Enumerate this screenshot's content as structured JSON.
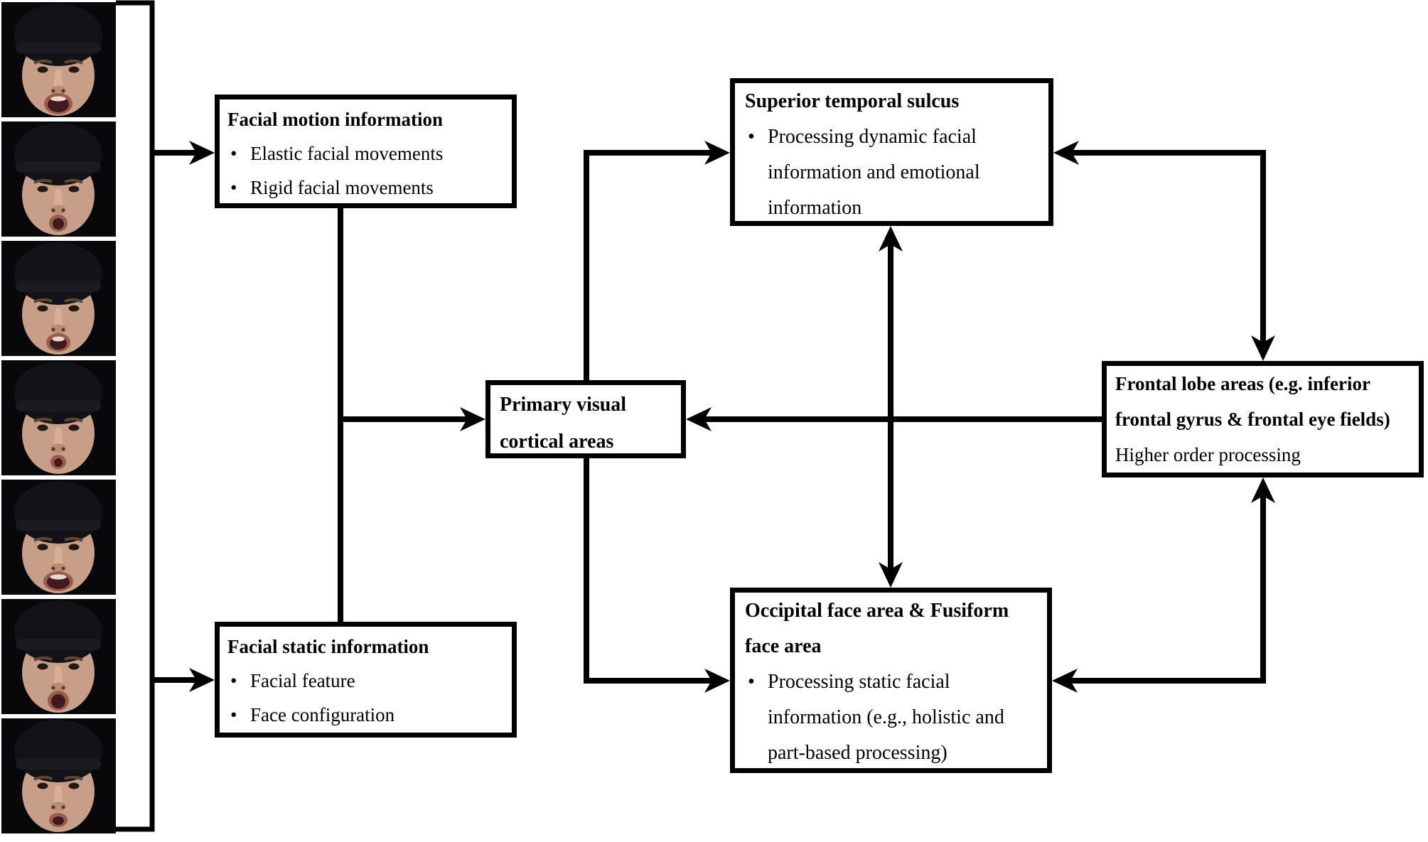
{
  "figure": {
    "background_color": "#ffffff",
    "line_color": "#000000",
    "bullet": "•"
  },
  "face_strip": {
    "description": "Seven stacked video frames of a man in a dark beanie producing different speech/facial movements on a black background",
    "frames": [
      {
        "label": "speaking frame 1",
        "mouth": "wide-open"
      },
      {
        "label": "speaking frame 2",
        "mouth": "round-o"
      },
      {
        "label": "speaking frame 3",
        "mouth": "open-mid"
      },
      {
        "label": "speaking frame 4",
        "mouth": "pursed-o"
      },
      {
        "label": "speaking frame 5",
        "mouth": "wide-open-2"
      },
      {
        "label": "speaking frame 6",
        "mouth": "open-oval"
      },
      {
        "label": "speaking frame 7",
        "mouth": "small-open"
      }
    ],
    "colors": {
      "background": "#08080a",
      "skin": "#c79e87",
      "beanie": "#131317",
      "mouth_inner": "#401a1c",
      "lips": "#9a5a4e",
      "teeth": "#e6d9cb"
    }
  },
  "boxes": {
    "motion": {
      "title": "Facial motion information",
      "items": [
        {
          "bullet": "•",
          "text": "Elastic facial movements"
        },
        {
          "bullet": "•",
          "text": "Rigid facial movements"
        }
      ]
    },
    "static": {
      "title": "Facial static information",
      "items": [
        {
          "bullet": "•",
          "text": "Facial feature"
        },
        {
          "bullet": "•",
          "text": "Face configuration"
        }
      ]
    },
    "pvc": {
      "title": "Primary visual cortical areas"
    },
    "sts": {
      "title": "Superior temporal sulcus",
      "items": [
        {
          "bullet": "•",
          "lines": [
            "Processing dynamic facial",
            "information and emotional",
            "information"
          ]
        }
      ]
    },
    "ofa": {
      "title_lines": [
        "Occipital face area & Fusiform",
        "face area"
      ],
      "items": [
        {
          "bullet": "•",
          "lines": [
            "Processing static facial",
            "information (e.g., holistic and",
            "part-based processing)"
          ]
        }
      ]
    },
    "frontal": {
      "title_lines": [
        "Frontal lobe areas (e.g. inferior",
        "frontal gyrus & frontal eye fields)"
      ],
      "subtitle": "Higher order processing"
    }
  }
}
